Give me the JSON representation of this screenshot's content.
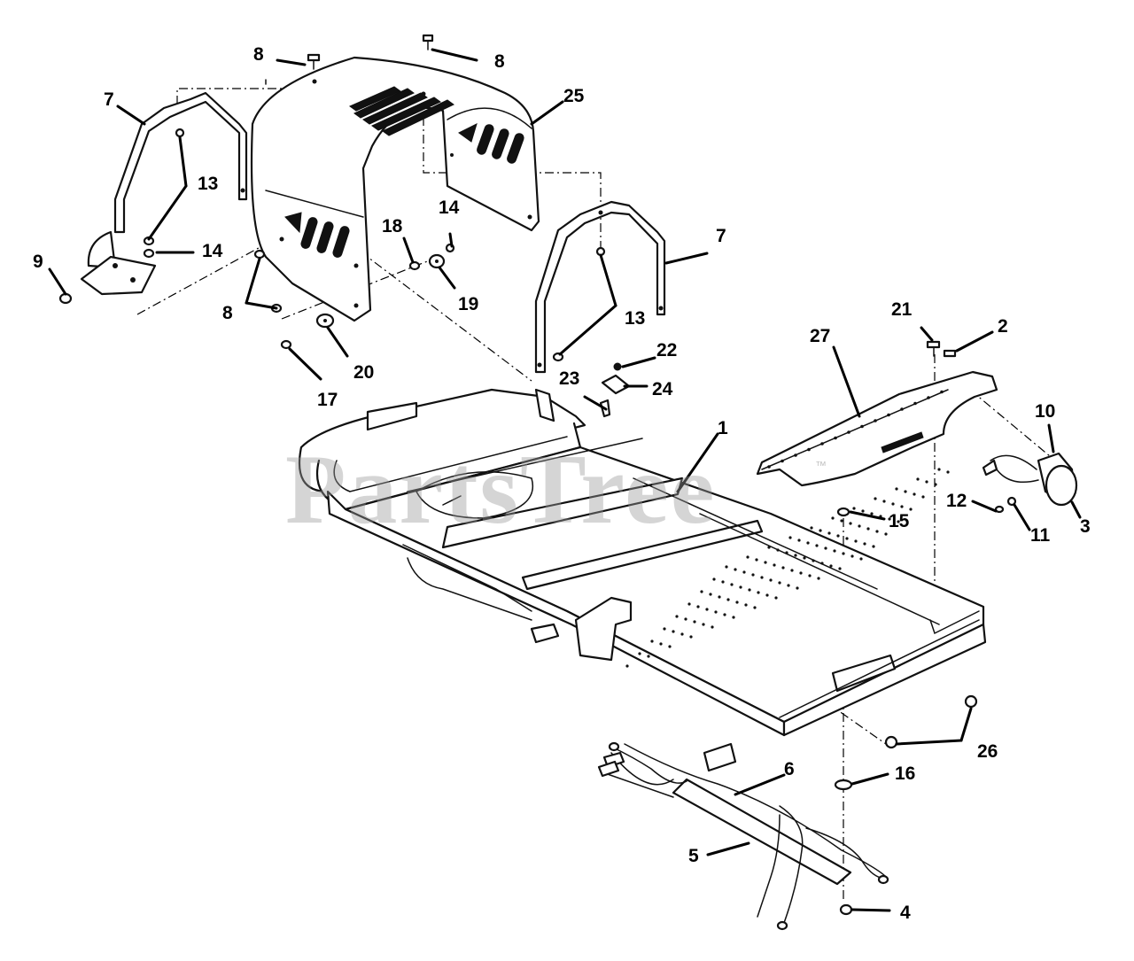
{
  "watermark": {
    "text": "PartsTree",
    "trademark": "™"
  },
  "callouts": {
    "c1": "1",
    "c2": "2",
    "c3": "3",
    "c4": "4",
    "c5": "5",
    "c6": "6",
    "c7a": "7",
    "c7b": "7",
    "c8a": "8",
    "c8b": "8",
    "c8c": "8",
    "c9": "9",
    "c10": "10",
    "c11": "11",
    "c12": "12",
    "c13a": "13",
    "c13b": "13",
    "c14a": "14",
    "c14b": "14",
    "c15": "15",
    "c16": "16",
    "c17": "17",
    "c18": "18",
    "c19": "19",
    "c20": "20",
    "c21": "21",
    "c22": "22",
    "c23": "23",
    "c24": "24",
    "c25": "25",
    "c26": "26",
    "c27": "27"
  }
}
